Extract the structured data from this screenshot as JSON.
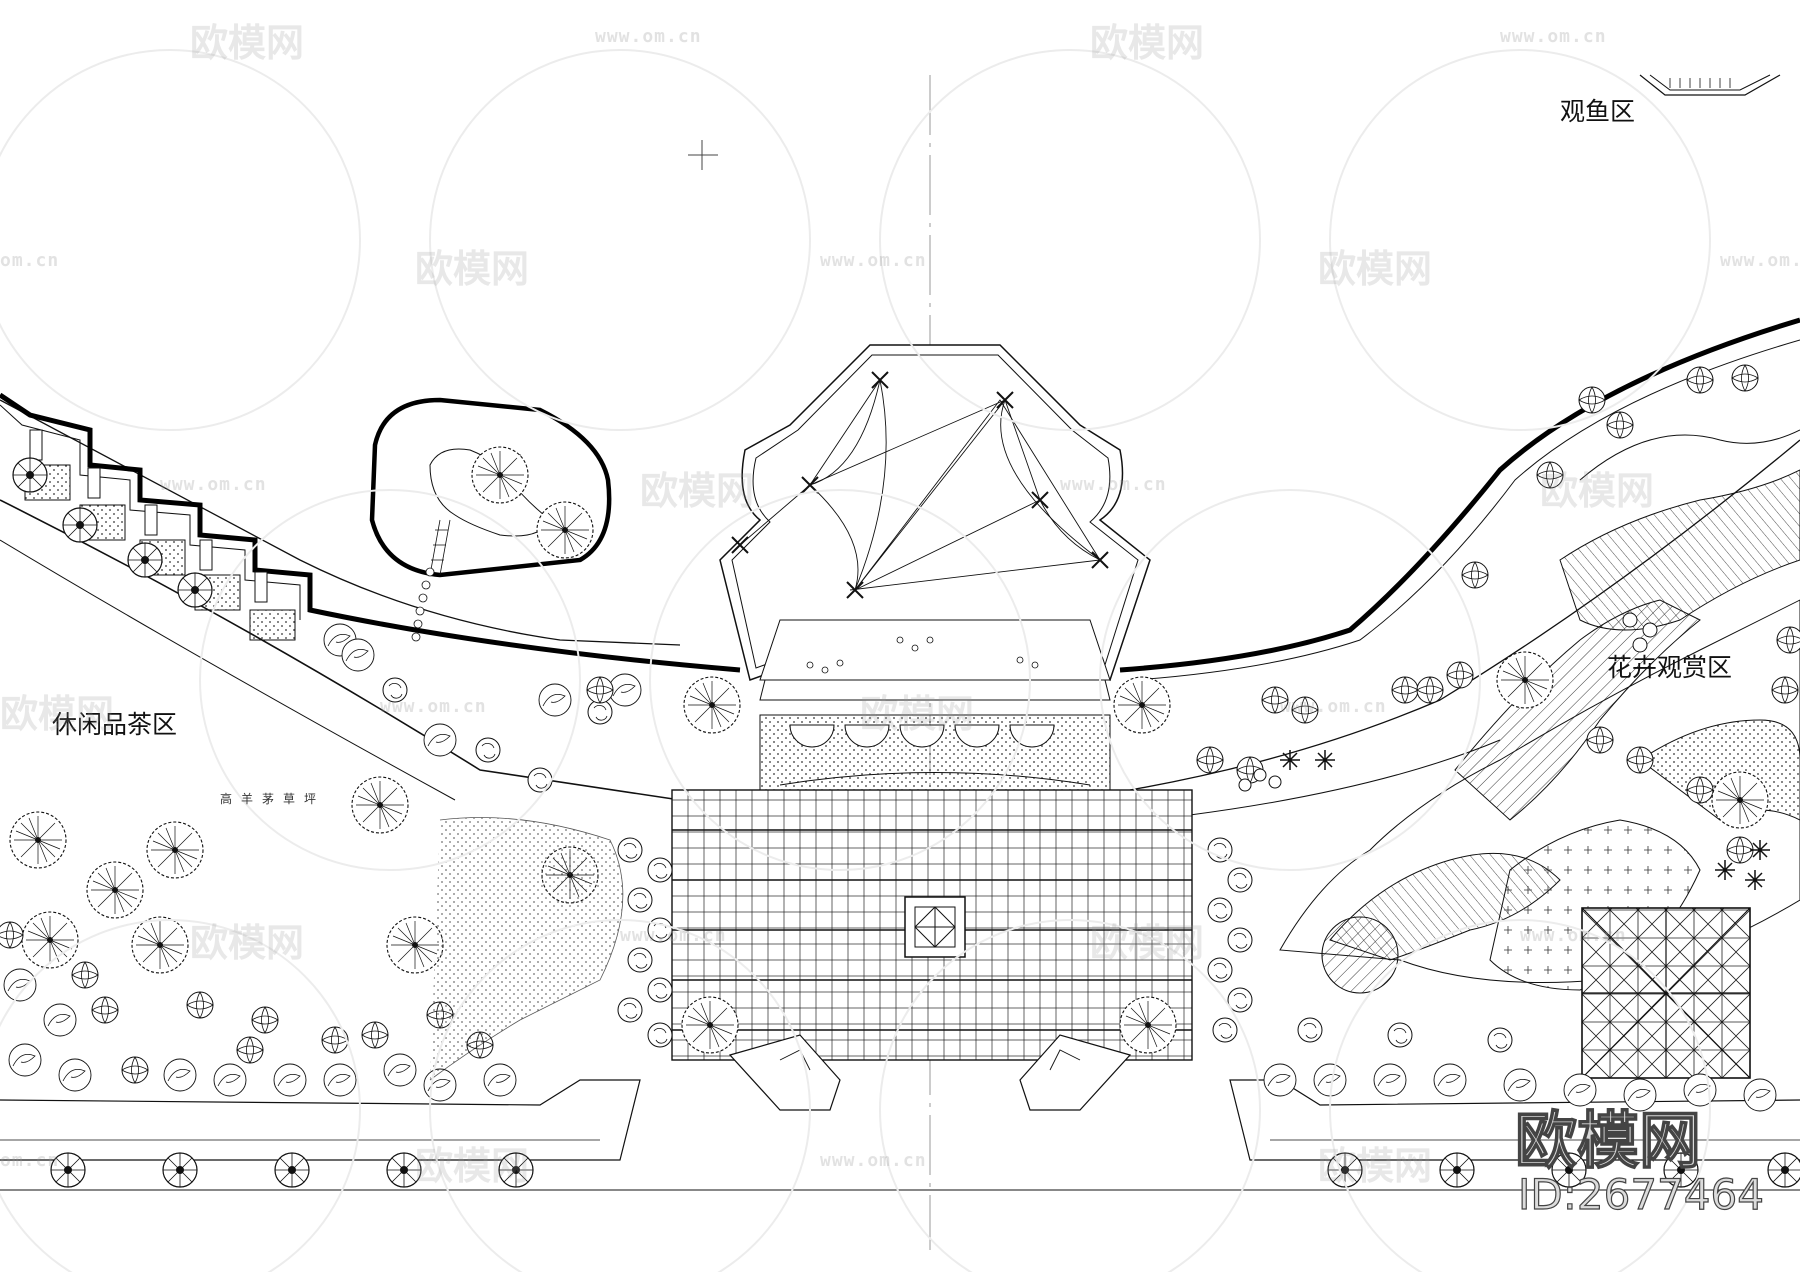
{
  "labels": {
    "fish_viewing": "观鱼区",
    "flower_viewing": "花卉观赏区",
    "tea_leisure": "休闲品茶区",
    "lawn": "高羊茅草坪"
  },
  "watermark": {
    "logo_text": "欧模网",
    "url_text": "www.om.cn",
    "url_fragment": "om.cn",
    "brand": "欧模网",
    "id": "ID:2677464"
  },
  "colors": {
    "line": "#111111",
    "watermark": "#969696",
    "background": "#ffffff"
  }
}
